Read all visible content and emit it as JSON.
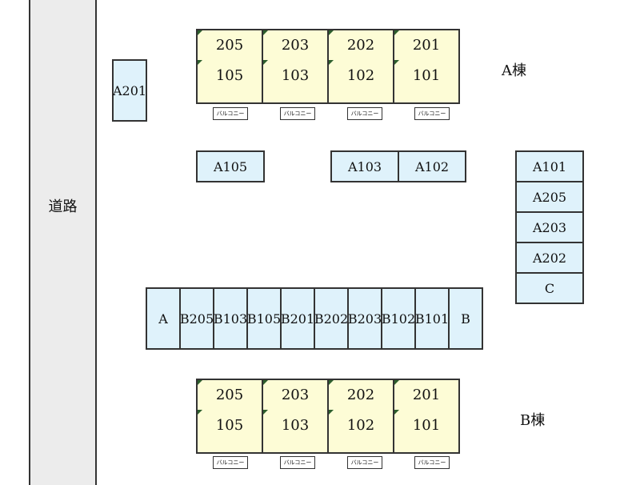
{
  "road": {
    "label": "道路"
  },
  "building_a": {
    "label": "A棟",
    "units": [
      {
        "upper": "205",
        "lower": "105"
      },
      {
        "upper": "203",
        "lower": "103"
      },
      {
        "upper": "202",
        "lower": "102"
      },
      {
        "upper": "201",
        "lower": "101"
      }
    ],
    "balcony_label": "バルコニー"
  },
  "building_b": {
    "label": "B棟",
    "units": [
      {
        "upper": "205",
        "lower": "105"
      },
      {
        "upper": "203",
        "lower": "103"
      },
      {
        "upper": "202",
        "lower": "102"
      },
      {
        "upper": "201",
        "lower": "101"
      }
    ],
    "balcony_label": "バルコニー"
  },
  "parking": {
    "left_single": "A201",
    "a105": "A105",
    "pair": [
      "A103",
      "A102"
    ],
    "right_column": [
      "A101",
      "A205",
      "A203",
      "A202",
      "C"
    ],
    "bottom_row": [
      "A",
      "B205",
      "B103",
      "B105",
      "B201",
      "B202",
      "B203",
      "B102",
      "B101",
      "B"
    ]
  }
}
